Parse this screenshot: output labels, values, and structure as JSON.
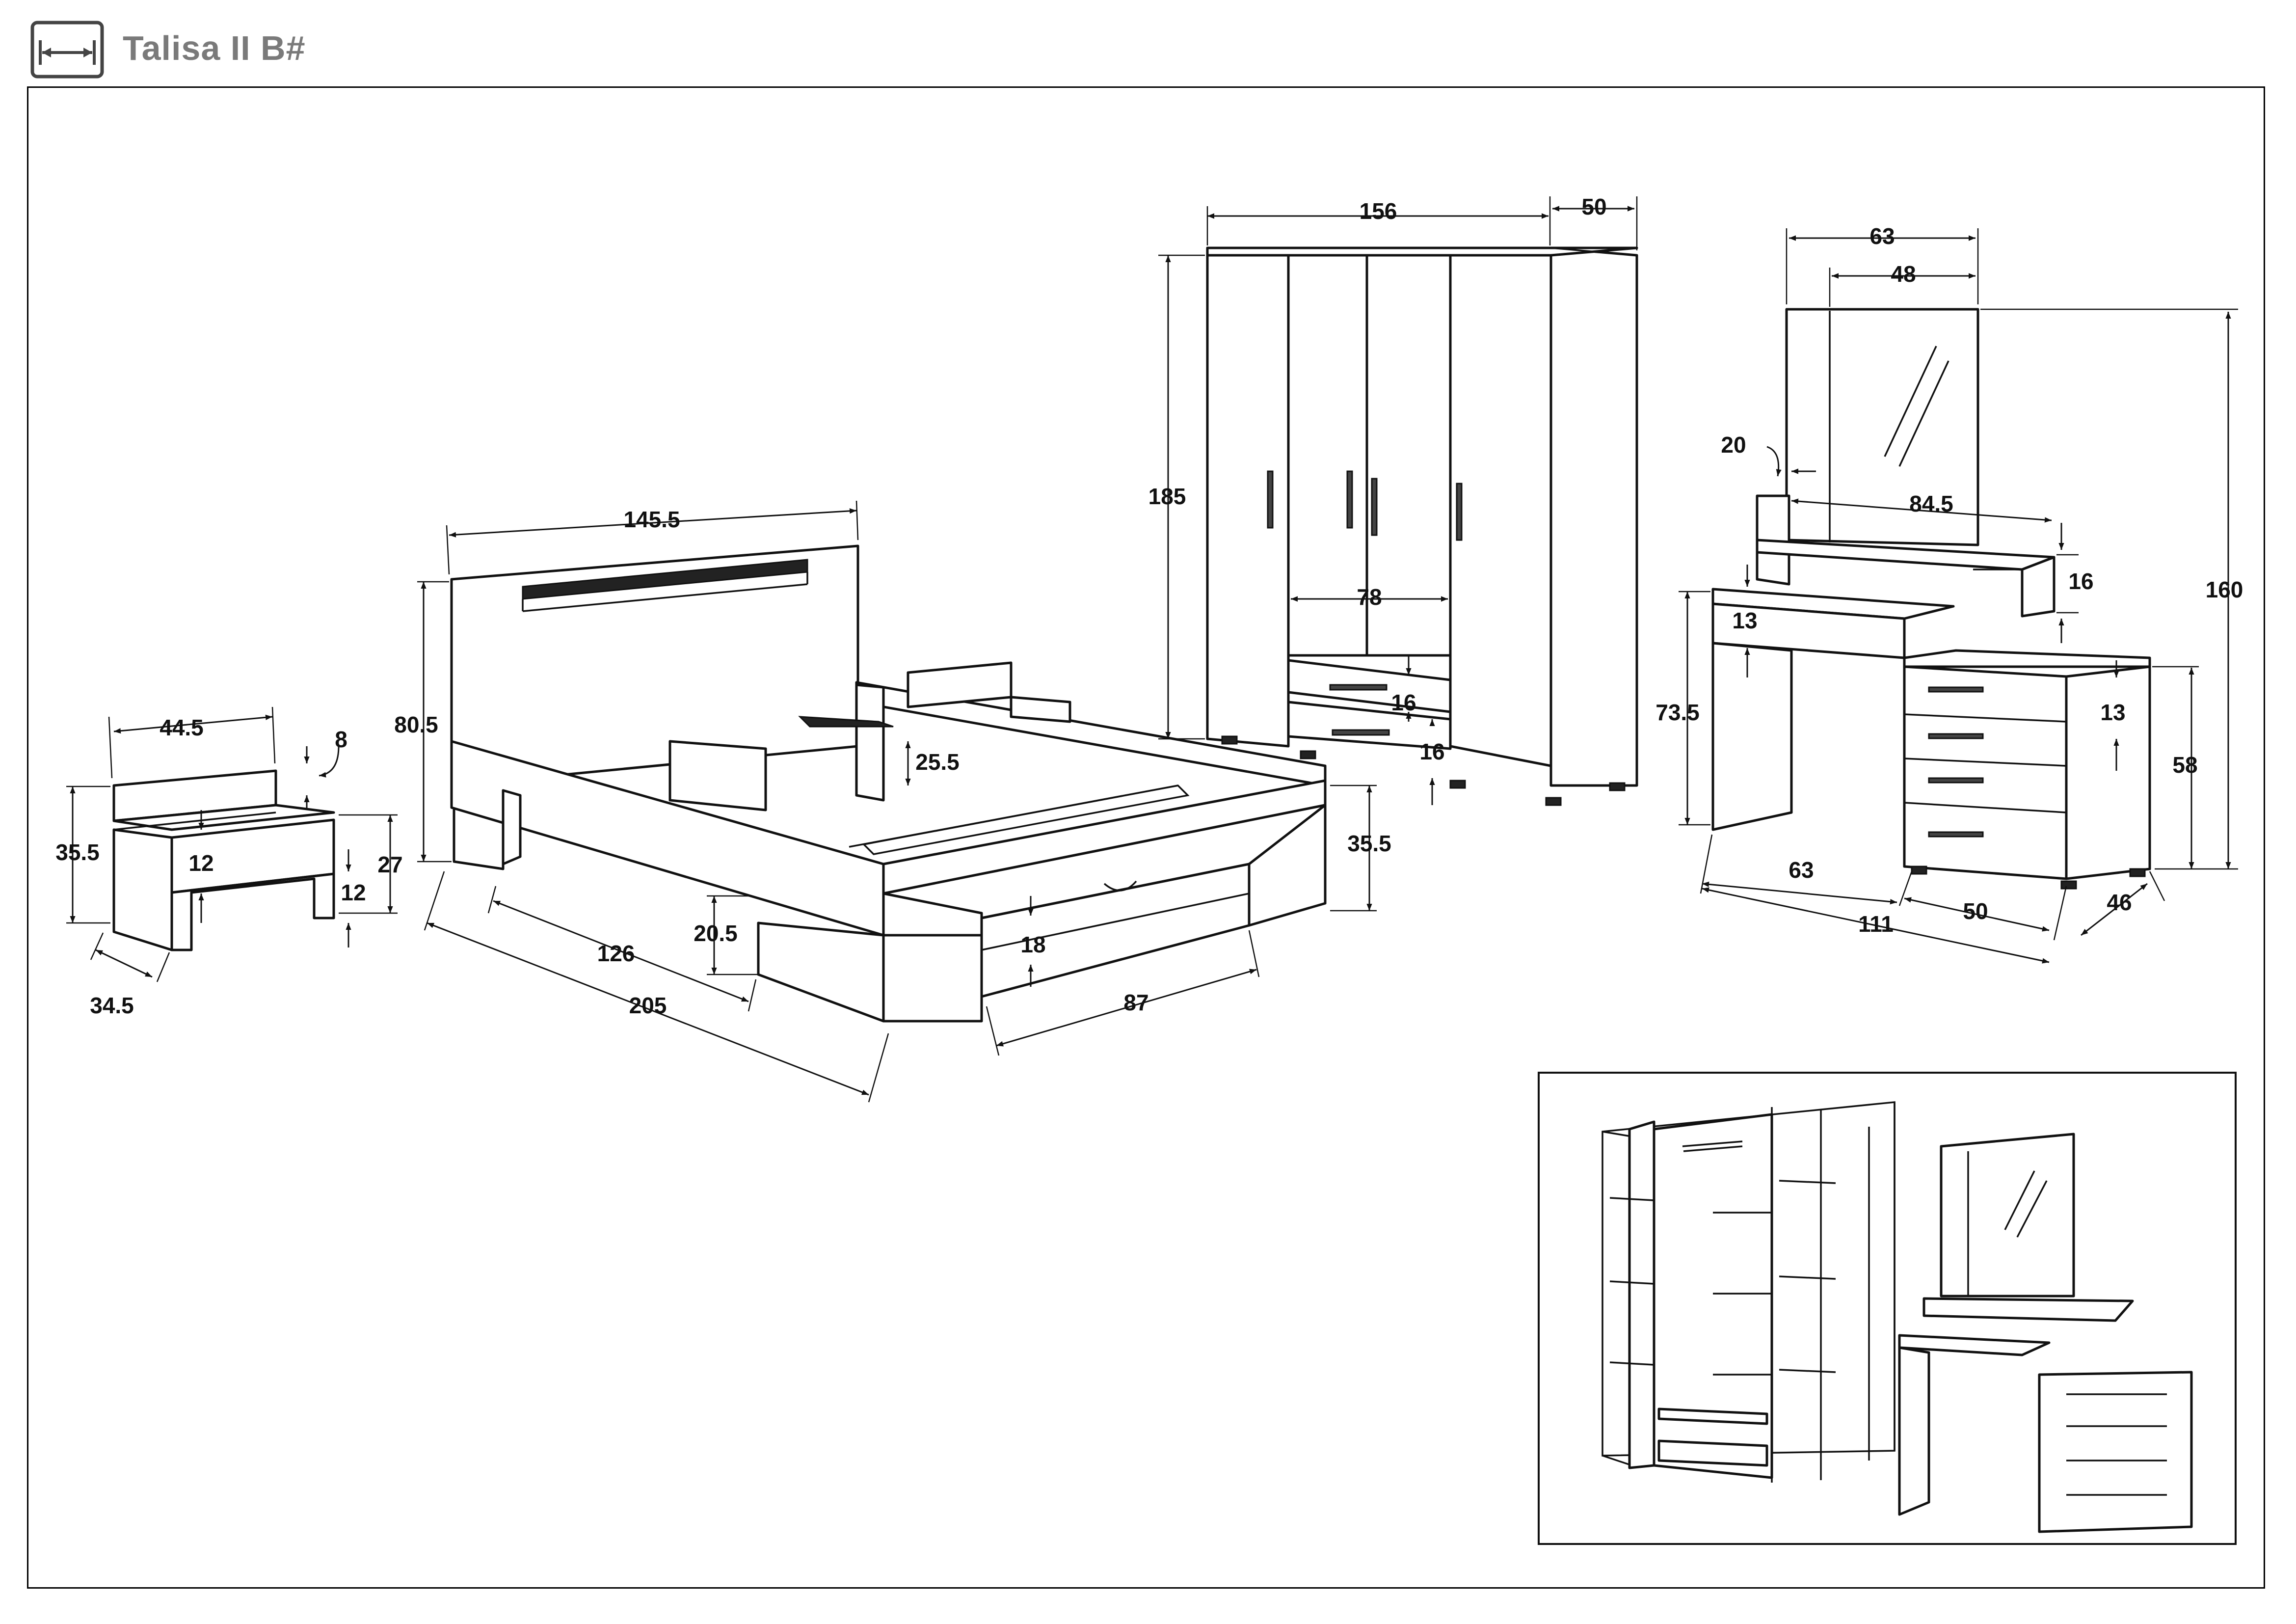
{
  "title": "Talisa II B#",
  "icon": "dimension-arrows-icon",
  "dimensions": {
    "nightstand": {
      "width": "44.5",
      "back_height": "8",
      "height": "35.5",
      "shelf_gap": "12",
      "side_height": "27",
      "leg_height": "12",
      "depth": "34.5"
    },
    "bed": {
      "width": "145.5",
      "headboard_height": "80.5",
      "head_offset": "25.5",
      "inner_length": "126",
      "length": "205",
      "frame_height": "35.5",
      "drawer_height": "20.5",
      "drawer_front": "18",
      "drawer_width": "87"
    },
    "wardrobe": {
      "width": "156",
      "depth": "50",
      "height": "185",
      "inner_width": "78",
      "drawer_top": "16",
      "drawer_bottom": "16"
    },
    "dressing_table": {
      "mirror_width": "63",
      "mirror_inner": "48",
      "mirror_gap": "20",
      "shelf_width": "84.5",
      "shelf_height": "16",
      "total_height": "160",
      "top_drawer": "13",
      "table_height": "73.5",
      "chest_drawer": "13",
      "chest_height": "58",
      "desk_width": "63",
      "chest_depth": "50",
      "total_width": "111",
      "chest_side": "46"
    }
  },
  "colors": {
    "line": "#111111",
    "title": "#7a7a7a",
    "background": "#ffffff"
  }
}
